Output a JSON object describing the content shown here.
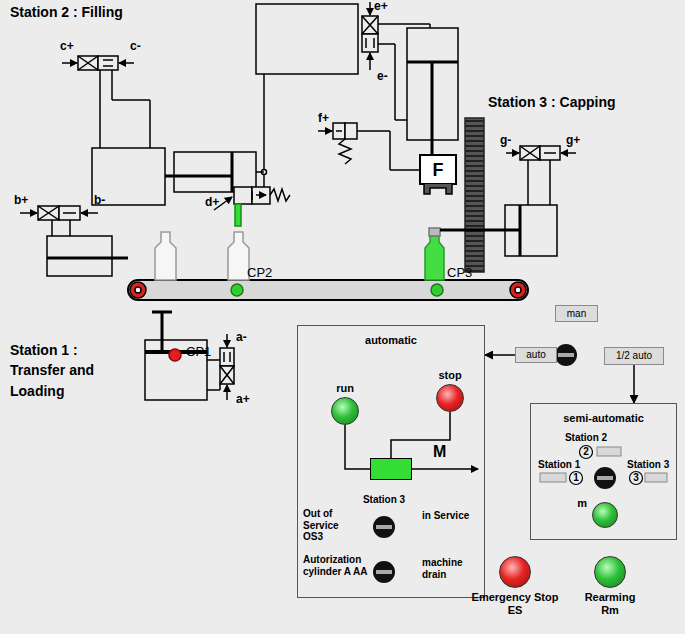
{
  "diagram": {
    "nodes": [
      {
        "text": [
          "automatic"
        ]
      },
      {
        "text": [
          "run"
        ],
        "in": 0
      },
      {
        "text": [
          "stop"
        ],
        "in": 0
      },
      {
        "text": [
          "M"
        ],
        "in": 0
      },
      {
        "text": [
          "semi-automatic"
        ]
      },
      {
        "text": [
          "man"
        ]
      },
      {
        "text": [
          "auto"
        ]
      },
      {
        "text": [
          "1/2 auto"
        ]
      },
      {
        "text": [
          "m"
        ],
        "in": 4
      },
      {
        "text": [
          "Emergency Stop ES"
        ]
      },
      {
        "text": [
          "Rearming Rm"
        ]
      }
    ],
    "edges": [
      {
        "from": 6,
        "to": 0,
        "arrow": "to"
      },
      {
        "from": 7,
        "to": 4,
        "arrow": "to"
      },
      {
        "from": 1,
        "to": 3,
        "arrow": "none"
      },
      {
        "from": 2,
        "to": 3,
        "arrow": "none"
      }
    ],
    "labels": [
      "Station 2 : Filling",
      "c+",
      "c-",
      "b+",
      "b-",
      "d+",
      "e+",
      "f+",
      "e-",
      "F",
      "Station 3 : Capping",
      "g-",
      "g+",
      "CP2",
      "CP3",
      "Station 1 : Transfer and Loading",
      "CP1",
      "a-",
      "a+",
      "Station 3",
      "Out of Service OS3",
      "in Service",
      "Autorization cylinder A AA",
      "machine drain",
      "Station 2",
      "2",
      "Station 1",
      "1",
      "Station 3",
      "3"
    ]
  }
}
